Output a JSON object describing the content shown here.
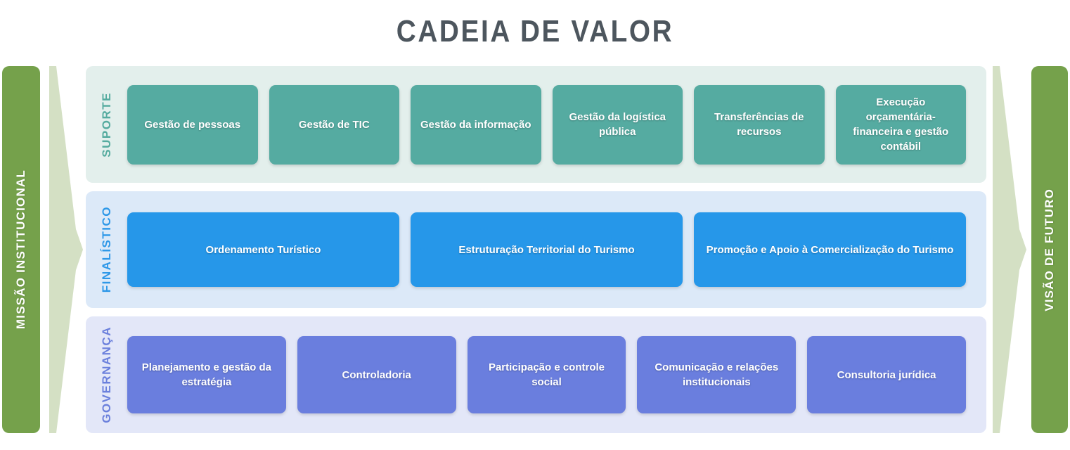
{
  "title": "CADEIA DE VALOR",
  "left_bar": {
    "label": "MISSÃO INSTITUCIONAL"
  },
  "right_bar": {
    "label": "VISÃO DE FUTURO"
  },
  "rows": [
    {
      "id": "suporte",
      "label": "SUPORTE",
      "boxes": [
        "Gestão de pessoas",
        "Gestão de TIC",
        "Gestão da informação",
        "Gestão da logística pública",
        "Transferências de recursos",
        "Execução orçamentária-financeira e gestão contábil"
      ]
    },
    {
      "id": "finalistico",
      "label": "FINALÍSTICO",
      "boxes": [
        "Ordenamento Turístico",
        "Estruturação Territorial do Turismo",
        "Promoção e Apoio à Comercialização do Turismo"
      ]
    },
    {
      "id": "governanca",
      "label": "GOVERNANÇA",
      "boxes": [
        "Planejamento e gestão da estratégia",
        "Controladoria",
        "Participação e controle social",
        "Comunicação e relações institucionais",
        "Consultoria jurídica"
      ]
    }
  ],
  "colors": {
    "title_text": "#4d565e",
    "bar_green": "#75a14b",
    "arrow_green": "#d4e0c4",
    "box_text": "#ffffff",
    "suporte_bg": "#e3efec",
    "suporte_accent": "#55ab9f",
    "suporte_box": "#55aba1",
    "finalistico_bg": "#dce9f8",
    "finalistico_accent": "#2e98e8",
    "finalistico_box": "#2697e9",
    "governanca_bg": "#e3e7f8",
    "governanca_accent": "#6b80dc",
    "governanca_box": "#6a7ede"
  }
}
